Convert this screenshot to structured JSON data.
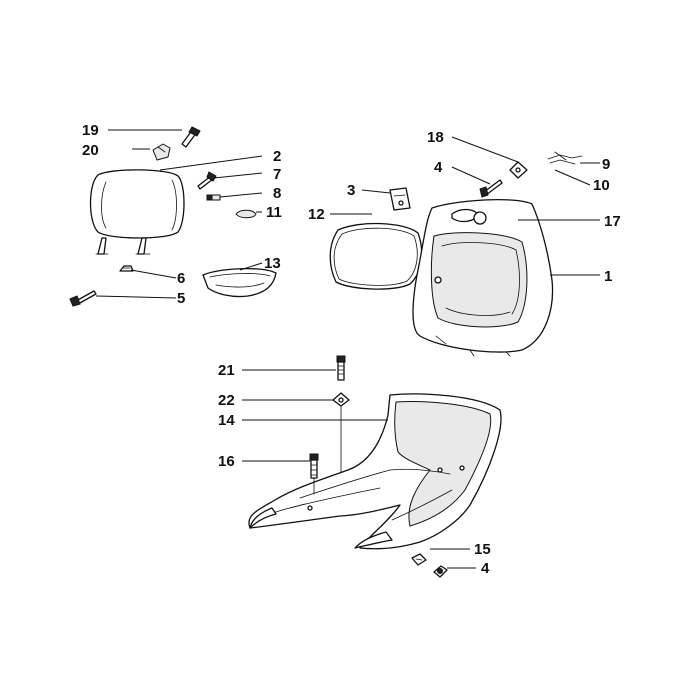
{
  "diagram": {
    "callouts": [
      {
        "id": "c19",
        "label": "19"
      },
      {
        "id": "c20",
        "label": "20"
      },
      {
        "id": "c2",
        "label": "2"
      },
      {
        "id": "c7",
        "label": "7"
      },
      {
        "id": "c8",
        "label": "8"
      },
      {
        "id": "c11",
        "label": "11"
      },
      {
        "id": "c6",
        "label": "6"
      },
      {
        "id": "c5",
        "label": "5"
      },
      {
        "id": "c13",
        "label": "13"
      },
      {
        "id": "c12",
        "label": "12"
      },
      {
        "id": "c3",
        "label": "3"
      },
      {
        "id": "c18",
        "label": "18"
      },
      {
        "id": "c4a",
        "label": "4"
      },
      {
        "id": "c9",
        "label": "9"
      },
      {
        "id": "c10",
        "label": "10"
      },
      {
        "id": "c17",
        "label": "17"
      },
      {
        "id": "c1",
        "label": "1"
      },
      {
        "id": "c21",
        "label": "21"
      },
      {
        "id": "c22",
        "label": "22"
      },
      {
        "id": "c14",
        "label": "14"
      },
      {
        "id": "c16",
        "label": "16"
      },
      {
        "id": "c15",
        "label": "15"
      },
      {
        "id": "c4b",
        "label": "4"
      }
    ]
  }
}
